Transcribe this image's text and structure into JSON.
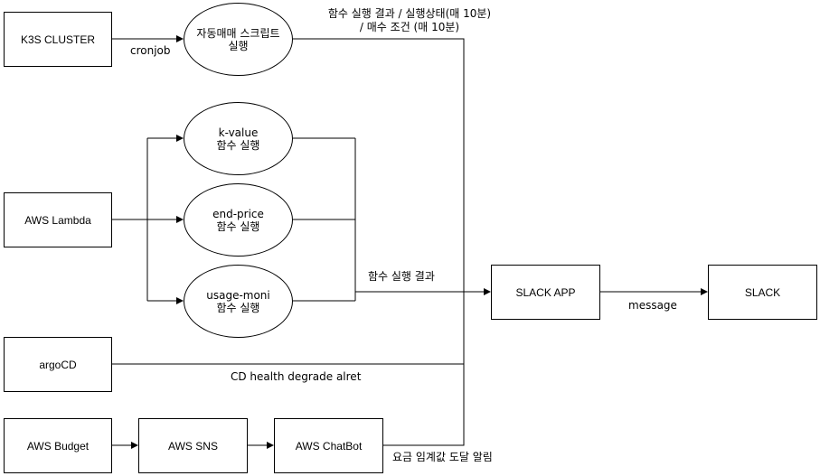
{
  "nodes": {
    "k3s": "K3S CLUSTER",
    "lambda": "AWS Lambda",
    "argocd": "argoCD",
    "budget": "AWS Budget",
    "sns": "AWS SNS",
    "chatbot": "AWS ChatBot",
    "slack_app": "SLACK APP",
    "slack": "SLACK"
  },
  "functions": {
    "autotrade": {
      "line1": "자동매매 스크립트",
      "line2": "실행"
    },
    "kvalue": {
      "line1": "k-value",
      "line2": "함수 실행"
    },
    "endprice": {
      "line1": "end-price",
      "line2": "함수 실행"
    },
    "usagemoni": {
      "line1": "usage-moni",
      "line2": "함수 실행"
    }
  },
  "edge_labels": {
    "cronjob": "cronjob",
    "autotrade_result_1": "함수 실행 결과 / 실행상태(매 10분)",
    "autotrade_result_2": "/ 매수 조건 (매 10분)",
    "lambda_result": "함수 실행 결과",
    "message": "message",
    "cd_health": "CD health degrade alret",
    "budget_alert": "요금 임계값 도달 알림"
  }
}
